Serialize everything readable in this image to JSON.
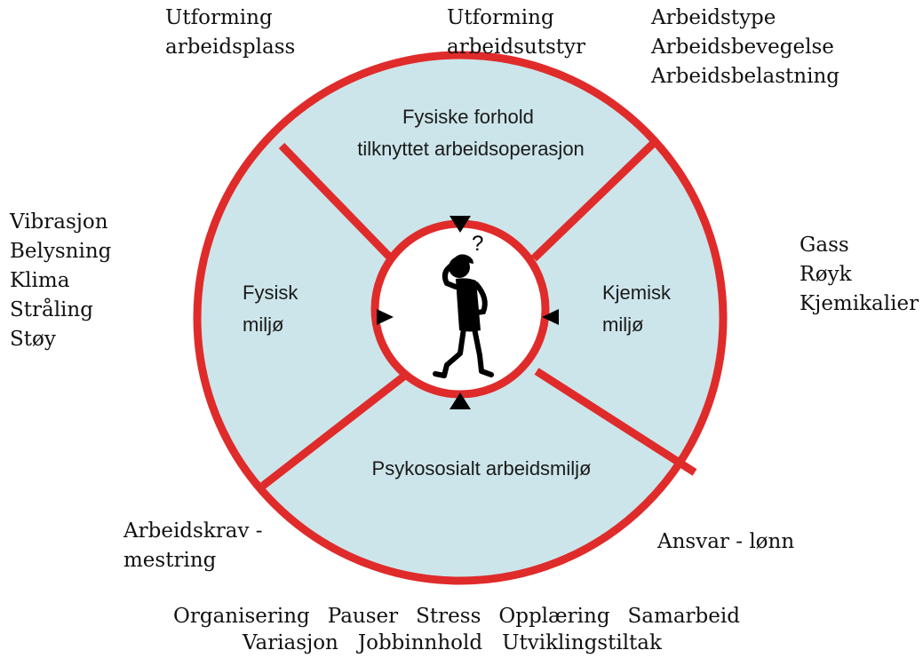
{
  "colors": {
    "ring_fill": "#cce5ea",
    "ring_stroke": "#e02b2b",
    "center_fill": "#ffffff",
    "text": "#111111"
  },
  "icons": {
    "center": "thinking-figure-icon",
    "markers": "triangle-arrow-icon"
  },
  "center_icon_text": "?",
  "segments": {
    "top": {
      "line1": "Fysiske forhold",
      "line2": "tilknyttet arbeidsoperasjon"
    },
    "left": {
      "line1": "Fysisk",
      "line2": "miljø"
    },
    "right": {
      "line1": "Kjemisk",
      "line2": "miljø"
    },
    "bottom": {
      "line1": "Psykososialt arbeidsmiljø"
    }
  },
  "external_labels": {
    "top_left": [
      "Utforming",
      "arbeidsplass"
    ],
    "top_center": [
      "Utforming",
      "arbeidsutstyr"
    ],
    "top_right": [
      "Arbeidstype",
      "Arbeidsbevegelse",
      "Arbeidsbelastning"
    ],
    "left": [
      "Vibrasjon",
      "Belysning",
      "Klima",
      "Stråling",
      "Støy"
    ],
    "right": [
      "Gass",
      "Røyk",
      "Kjemikalier"
    ],
    "bottom_left": [
      "Arbeidskrav -",
      "mestring"
    ],
    "bottom_right": [
      "Ansvar - lønn"
    ],
    "bottom_row1": [
      "Organisering",
      "Pauser",
      "Stress",
      "Opplæring",
      "Samarbeid"
    ],
    "bottom_row2": [
      "Variasjon",
      "Jobbinnhold",
      "Utviklingstiltak"
    ]
  }
}
